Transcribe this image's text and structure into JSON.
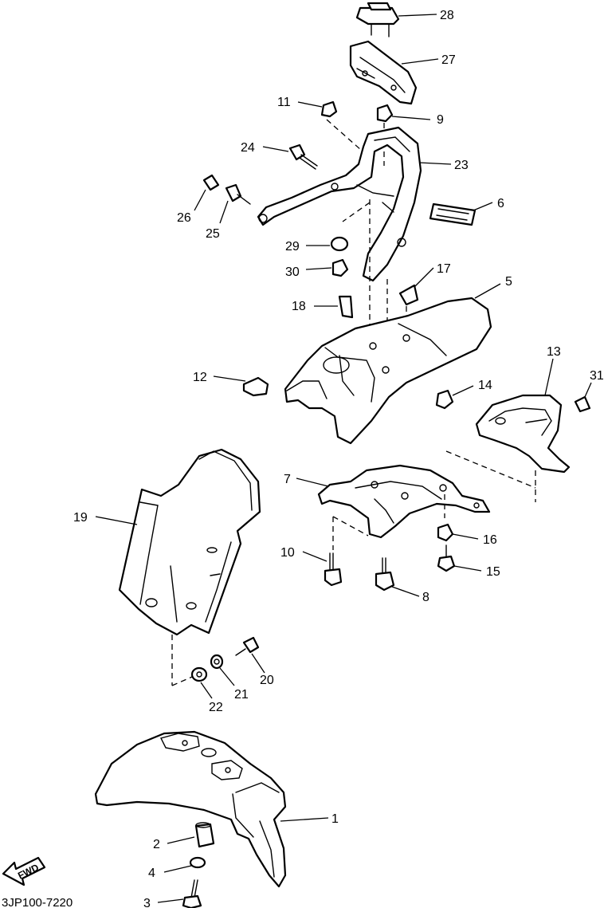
{
  "diagram": {
    "part_code": "3JP100-7220",
    "fwd_label": "FWD",
    "callouts": {
      "c1": "1",
      "c2": "2",
      "c3": "3",
      "c4": "4",
      "c5": "5",
      "c6": "6",
      "c7": "7",
      "c8": "8",
      "c9": "9",
      "c10": "10",
      "c11": "11",
      "c12": "12",
      "c13": "13",
      "c14": "14",
      "c15": "15",
      "c16": "16",
      "c17": "17",
      "c18": "18",
      "c19": "19",
      "c20": "20",
      "c21": "21",
      "c22": "22",
      "c23": "23",
      "c24": "24",
      "c25": "25",
      "c26": "26",
      "c27": "27",
      "c28": "28",
      "c29": "29",
      "c30": "30",
      "c31": "31"
    }
  }
}
